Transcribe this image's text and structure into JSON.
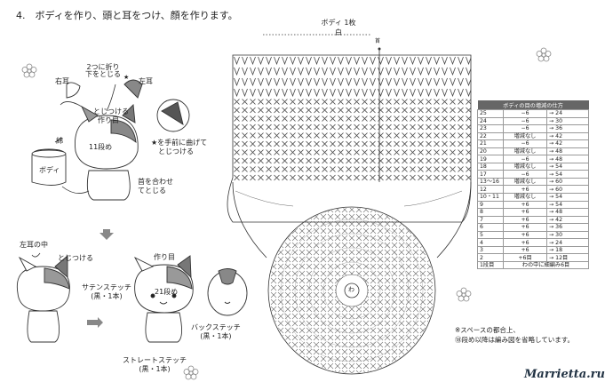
{
  "step_title": "4.　ボディを作り、頭と耳をつけ、顔を作ります。",
  "chart": {
    "title": "ボディ 1枚",
    "color": "白",
    "marker": "首"
  },
  "labels": {
    "fold": "2つに折り",
    "fold2": "下をとじる",
    "right_ear": "右耳",
    "left_ear": "左耳",
    "attach": "とじつける",
    "start": "作り目",
    "row11": "11段め",
    "star_note1": "★を手前に曲げて",
    "star_note2": "とじつける",
    "cotton": "綿",
    "body": "ボディ",
    "neck1": "首を合わせ",
    "neck2": "てとじる",
    "inner_left_ear": "左耳の中",
    "attach2": "とじつける",
    "start2": "作り目",
    "satin": "サテンステッチ",
    "satin_thread": "(黒・1本)",
    "row21": "21段め",
    "back_stitch": "バックステッチ",
    "back_thread": "(黒・1本)",
    "straight": "ストレートステッチ",
    "straight_thread": "(黒・1本)",
    "star": "★"
  },
  "table": {
    "title": "ボディの目の増減の仕方",
    "rows": [
      [
        "25",
        "−6",
        "→ 24"
      ],
      [
        "24",
        "−6",
        "→ 30"
      ],
      [
        "23",
        "−6",
        "→ 36"
      ],
      [
        "22",
        "増減なし",
        "→ 42"
      ],
      [
        "21",
        "−6",
        "→ 42"
      ],
      [
        "20",
        "増減なし",
        "→ 48"
      ],
      [
        "19",
        "−6",
        "→ 48"
      ],
      [
        "18",
        "増減なし",
        "→ 54"
      ],
      [
        "17",
        "−6",
        "→ 54"
      ],
      [
        "13〜16",
        "増減なし",
        "→ 60"
      ],
      [
        "12",
        "+6",
        "→ 60"
      ],
      [
        "10・11",
        "増減なし",
        "→ 54"
      ],
      [
        "9",
        "+6",
        "→ 54"
      ],
      [
        "8",
        "+6",
        "→ 48"
      ],
      [
        "7",
        "+6",
        "→ 42"
      ],
      [
        "6",
        "+6",
        "→ 36"
      ],
      [
        "5",
        "+6",
        "→ 30"
      ],
      [
        "4",
        "+6",
        "→ 24"
      ],
      [
        "3",
        "+6",
        "→ 18"
      ],
      [
        "2",
        "+6目",
        "→ 12目"
      ],
      [
        "1段目",
        "わの中に細編み6目",
        ""
      ]
    ]
  },
  "note": {
    "line1": "※スペースの都合上、",
    "line2": "⑱段め以降は編み図を省略しています。"
  },
  "center_label": "わ",
  "watermark": "Marrietta.ru"
}
